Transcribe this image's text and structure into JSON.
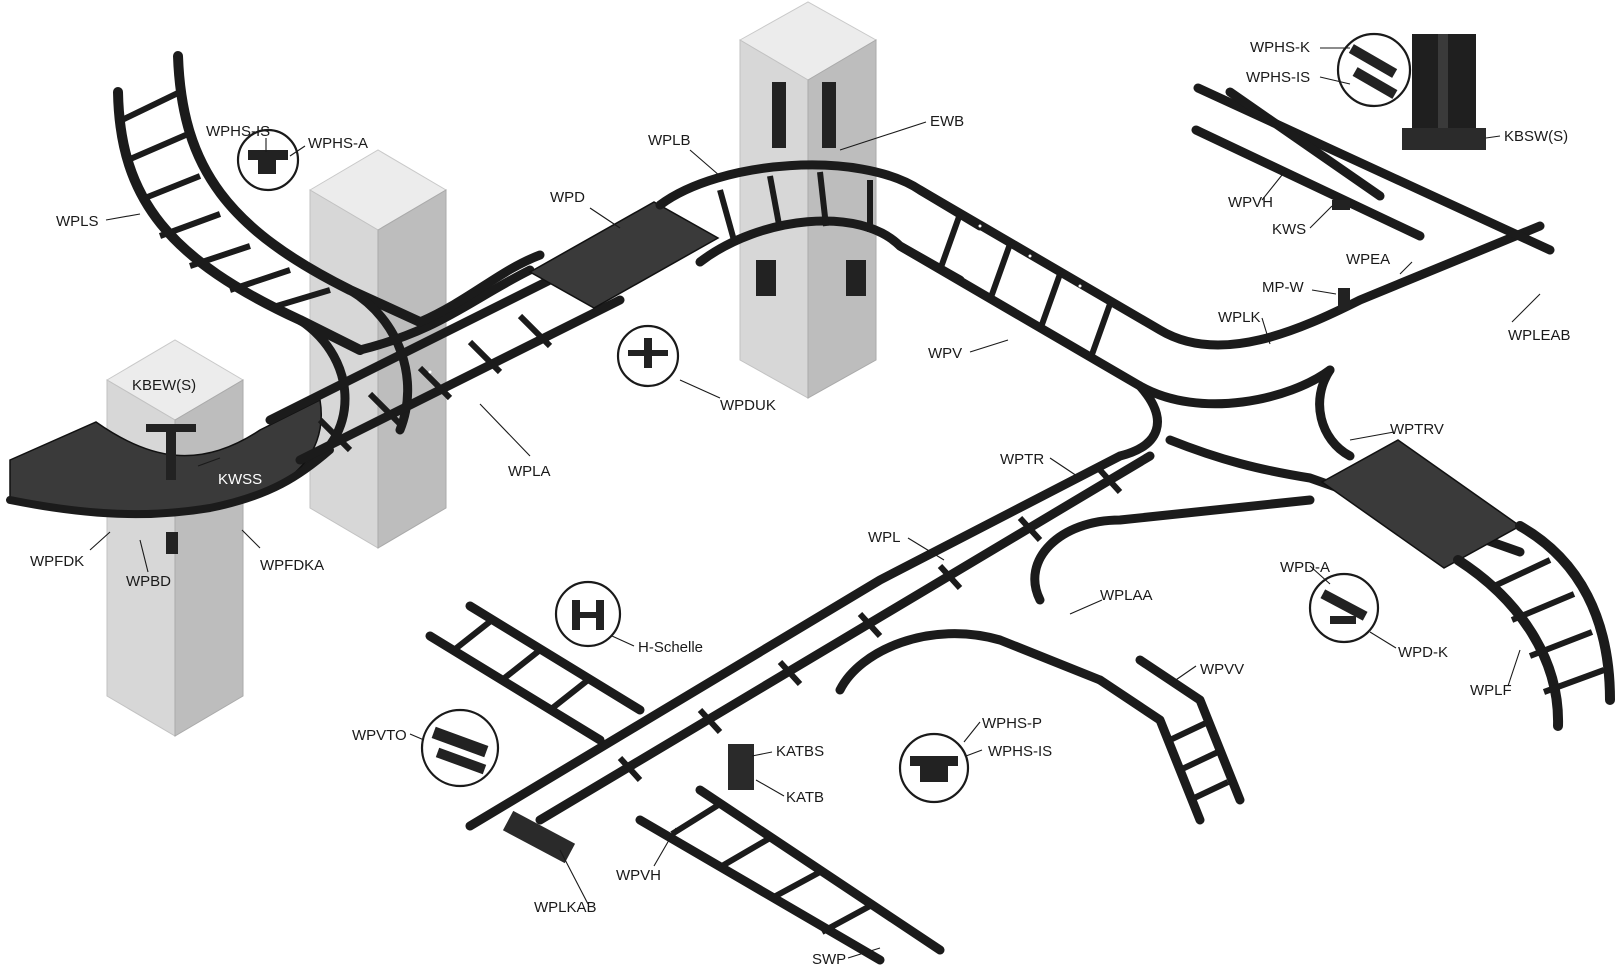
{
  "diagram": {
    "labels": {
      "wphs_k": "WPHS-K",
      "wphs_is_top": "WPHS-IS",
      "kbsw_s": "KBSW(S)",
      "wphs_is_left": "WPHS-IS",
      "wphs_a": "WPHS-A",
      "wplb": "WPLB",
      "ewb": "EWB",
      "wpls": "WPLS",
      "wpd": "WPD",
      "wpvh_top": "WPVH",
      "kws": "KWS",
      "wpea": "WPEA",
      "mp_w": "MP-W",
      "wplk": "WPLK",
      "wpleab": "WPLEAB",
      "wpv": "WPV",
      "wpduk": "WPDUK",
      "kbew_s": "KBEW(S)",
      "kwss": "KWSS",
      "wpla": "WPLA",
      "wptrv": "WPTRV",
      "wptr": "WPTR",
      "wpfdk": "WPFDK",
      "wpbd": "WPBD",
      "wpfdka": "WPFDKA",
      "wpl": "WPL",
      "wpd_a": "WPD-A",
      "wplaa": "WPLAA",
      "wpd_k": "WPD-K",
      "h_schelle": "H-Schelle",
      "wpvv": "WPVV",
      "wplf": "WPLF",
      "wpvto": "WPVTO",
      "wphs_p": "WPHS-P",
      "wphs_is_bottom": "WPHS-IS",
      "katbs": "KATBS",
      "katb": "KATB",
      "wpvh_bottom": "WPVH",
      "wplkab": "WPLKAB",
      "swp": "SWP"
    },
    "colors": {
      "tray": "#1b1b1b",
      "cover": "#3a3a3a",
      "pillar_light": "#ececec",
      "pillar_mid": "#d7d7d7",
      "pillar_dark": "#bdbdbd",
      "label": "#1a1a1a"
    }
  }
}
